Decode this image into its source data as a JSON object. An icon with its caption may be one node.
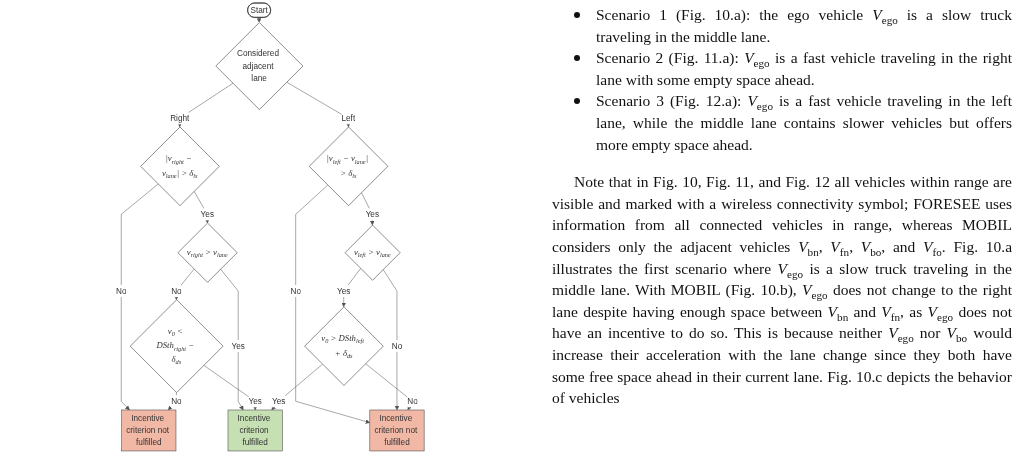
{
  "diagram": {
    "nodes": [
      {
        "text": [
          "Start"
        ]
      },
      {
        "text": [
          "Considered adjacent lane"
        ]
      },
      {
        "text": [
          "|v$_{right}$ − v$_{lane}$| > δ$_{ls}$"
        ]
      },
      {
        "text": [
          "|v$_{left}$ − v$_{lane}$| > δ$_{ls}$"
        ]
      },
      {
        "text": [
          "v$_{right}$ > v$_{lane}$"
        ]
      },
      {
        "text": [
          "v$_{left}$ > v$_{lane}$"
        ]
      },
      {
        "text": [
          "v$_{0}$ < DSth$_{right}$ − δ$_{ds}$"
        ]
      },
      {
        "text": [
          "v$_{0}$ > DSth$_{left}$ + δ$_{ds}$"
        ]
      },
      {
        "text": [
          "Incentive criterion not fulfilled"
        ]
      },
      {
        "text": [
          "Incentive criterion fulfilled"
        ]
      },
      {
        "text": [
          "Incentive criterion not fulfilled"
        ]
      }
    ],
    "edges": [
      {
        "from": 0,
        "to": 1,
        "arrow": "to"
      },
      {
        "from": 1,
        "to": 2,
        "arrow": "to",
        "label": "Right"
      },
      {
        "from": 1,
        "to": 3,
        "arrow": "to",
        "label": "Left"
      },
      {
        "from": 2,
        "to": 8,
        "arrow": "to",
        "label": "No"
      },
      {
        "from": 2,
        "to": 4,
        "arrow": "to",
        "label": "Yes"
      },
      {
        "from": 3,
        "to": 5,
        "arrow": "to",
        "label": "Yes"
      },
      {
        "from": 3,
        "to": 10,
        "arrow": "to",
        "label": "No"
      },
      {
        "from": 4,
        "to": 9,
        "arrow": "to",
        "label": "Yes"
      },
      {
        "from": 4,
        "to": 6,
        "arrow": "to",
        "label": "No"
      },
      {
        "from": 5,
        "to": 10,
        "arrow": "to",
        "label": "No"
      },
      {
        "from": 5,
        "to": 7,
        "arrow": "to",
        "label": "Yes"
      },
      {
        "from": 6,
        "to": 9,
        "arrow": "to",
        "label": "Yes"
      },
      {
        "from": 6,
        "to": 8,
        "arrow": "to",
        "label": "No"
      },
      {
        "from": 7,
        "to": 9,
        "arrow": "to",
        "label": "Yes"
      },
      {
        "from": 7,
        "to": 10,
        "arrow": "to",
        "label": "No"
      }
    ],
    "labels": [
      "Scenario 1 (Fig. 10.a): the ego vehicle *V*$_{ego}$ is a slow truck traveling in the middle lane.",
      "Scenario 2 (Fig. 11.a): *V*$_{ego}$ is a fast vehicle traveling in the right lane with some empty space ahead.",
      "Scenario 3 (Fig. 12.a): *V*$_{ego}$ is a fast vehicle traveling in the left lane, while the middle lane contains slower vehicles but offers more empty space ahead.",
      "Note that in Fig. 10, Fig. 11, and Fig. 12 all vehicles within range are visible and marked with a wireless connectivity symbol; FORESEE uses information from all connected vehicles in range, whereas MOBIL considers only the adjacent vehicles *V*$_{bn}$, *V*$_{fn}$, *V*$_{bo}$, and *V*$_{fo}$. Fig. 10.a illustrates the first scenario where *V*$_{ego}$ is a slow truck traveling in the middle lane. With MOBIL (Fig. 10.b), *V*$_{ego}$ does not change to the right lane despite having enough space between *V*$_{bn}$ and *V*$_{fn}$, as *V*$_{ego}$ does not have an incentive to do so. This is because neither *V*$_{ego}$ nor *V*$_{bo}$ would increase their acceleration with the lane change since they both have some free space ahead in their current lane. Fig. 10.c depicts the behavior of vehicles"
    ]
  }
}
